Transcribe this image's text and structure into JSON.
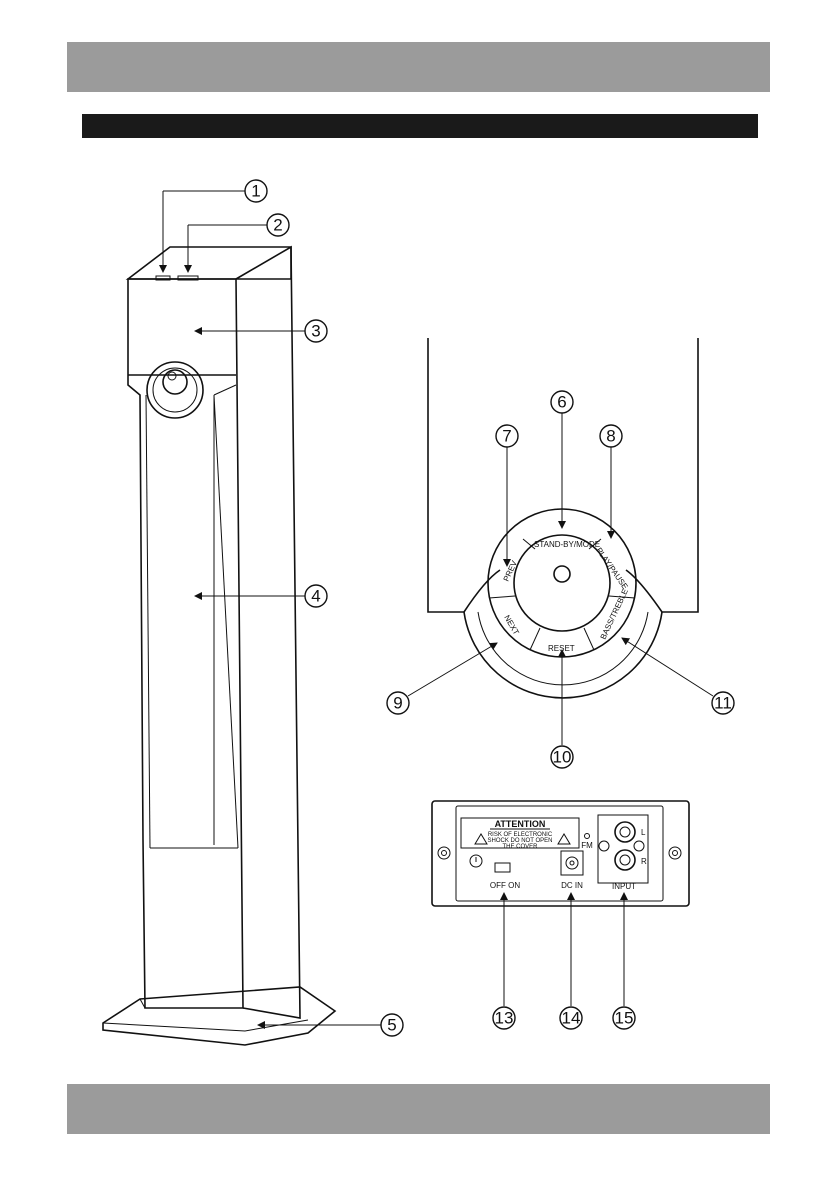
{
  "callouts": {
    "c1": "1",
    "c2": "2",
    "c3": "3",
    "c4": "4",
    "c5": "5",
    "c6": "6",
    "c7": "7",
    "c8": "8",
    "c9": "9",
    "c10": "10",
    "c11": "11",
    "c13": "13",
    "c14": "14",
    "c15": "15"
  },
  "control_panel": {
    "standby_mode": "STAND-BY/MODE",
    "prev": "PREV",
    "play_pause": "PLAY/PAUSE",
    "next": "NEXT",
    "reset": "RESET",
    "bass_treble": "BASS/TREBLE"
  },
  "rear_panel": {
    "attention": "ATTENTION",
    "warning_line1": "RISK OF ELECTRONIC",
    "warning_line2": "SHOCK DO NOT OPEN",
    "warning_line3": "THE COVER",
    "fm": "FM",
    "off_on": "OFF ON",
    "dc_in": "DC IN",
    "input": "INPUT",
    "left": "L",
    "right": "R"
  }
}
